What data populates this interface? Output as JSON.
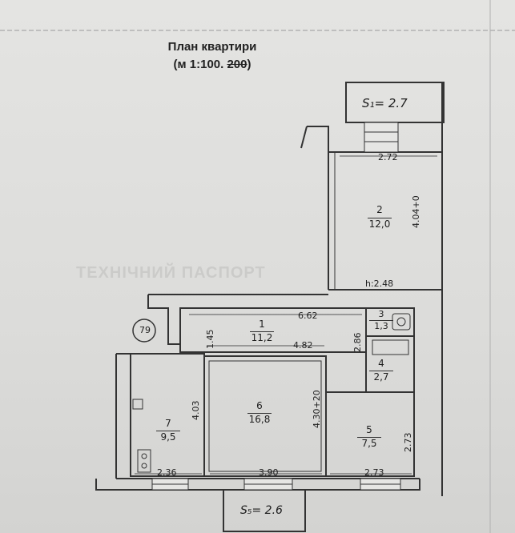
{
  "header": {
    "title": "План квартири",
    "scale_prefix": "(м 1:100.",
    "scale_struck": "200",
    "scale_suffix": ")"
  },
  "watermark": "ТЕХНІЧНИЙ ПАСПОРТ",
  "rooms": [
    {
      "number": "1",
      "area": "11,2"
    },
    {
      "number": "2",
      "area": "12,0"
    },
    {
      "number": "3",
      "area": "1,3"
    },
    {
      "number": "4",
      "area": "2,7"
    },
    {
      "number": "5",
      "area": "7,5"
    },
    {
      "number": "6",
      "area": "16,8"
    },
    {
      "number": "7",
      "area": "9,5"
    }
  ],
  "dimensions": {
    "d_272": "2.72",
    "d_404": "4.04+0",
    "d_248": "h:2.48",
    "d_662": "6.62",
    "d_145": "1.45",
    "d_286": "2.86",
    "d_482": "4.82",
    "d_403": "4.03",
    "d_430": "4.30+20",
    "d_273a": "2.73",
    "d_236": "2.36",
    "d_390": "3.90",
    "d_273b": "2.73"
  },
  "balconies": {
    "top": "S₁= 2.7",
    "bottom": "S₅= 2.6"
  },
  "marker": "79"
}
